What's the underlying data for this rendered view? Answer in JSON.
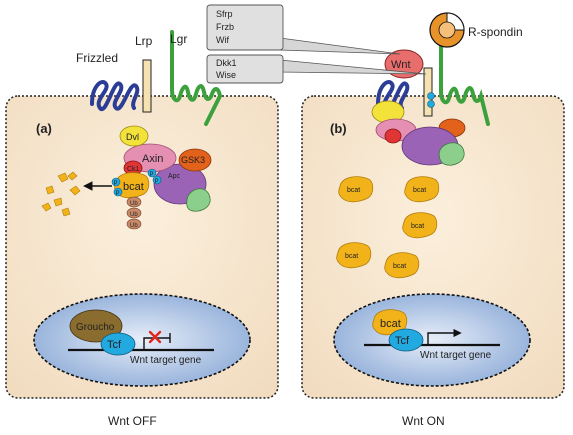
{
  "panels": {
    "left": {
      "letter": "(a)",
      "caption": "Wnt OFF",
      "receptors": {
        "frizzled": "Frizzled",
        "lrp": "Lrp",
        "lgr": "Lgr"
      },
      "complex": {
        "dvl": "Dvl",
        "axin": "Axin",
        "gsk3": "GSK3",
        "ck1": "Ck1",
        "apc": "Apc",
        "bcat": "bcat"
      },
      "phospho": "P",
      "ubiquitin": "Ub",
      "nucleus": {
        "groucho": "Groucho",
        "tcf": "Tcf",
        "gene": "Wnt target gene"
      }
    },
    "right": {
      "letter": "(b)",
      "caption": "Wnt ON",
      "ligand": "Wnt",
      "rspondin": "R-spondin",
      "bcat_label": "bcat",
      "nucleus": {
        "bcat": "bcat",
        "tcf": "Tcf",
        "gene": "Wnt target gene"
      }
    }
  },
  "callouts": {
    "inhibitors1": [
      "Sfrp",
      "Frzb",
      "Wif"
    ],
    "inhibitors2": [
      "Dkk1",
      "Wise"
    ]
  },
  "colors": {
    "cell": "#f6e6cf",
    "nucleus": "#8aa9d6",
    "frizzled": "#2b3d96",
    "lgr": "#3ca03c",
    "bcat": "#f2b21a",
    "tcf": "#22a9e0",
    "axin": "#e58fb3",
    "gsk3": "#e2621c",
    "apc": "#9a63b5",
    "dvl": "#f2e23a",
    "ck1": "#e03535",
    "groucho": "#8a6d2e",
    "ubiquitin": "#c98a6a",
    "wnt": "#e86d6d",
    "rspondin": "#e8922a"
  }
}
